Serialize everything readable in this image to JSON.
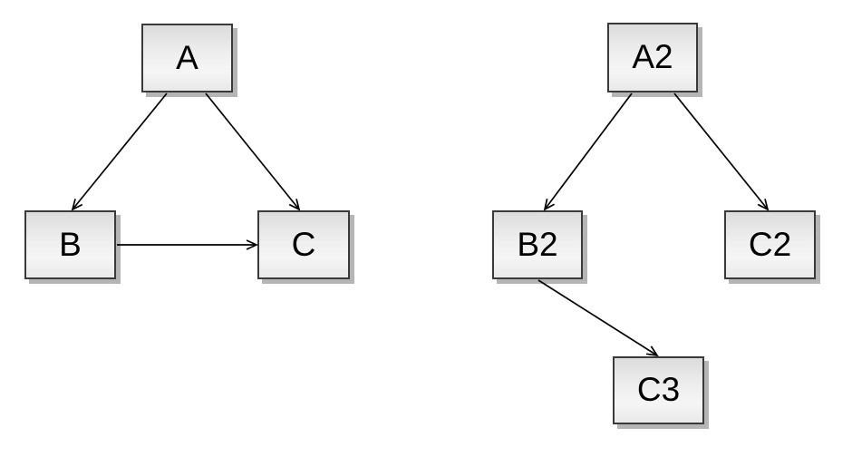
{
  "diagram_left": {
    "nodes": [
      {
        "id": "A",
        "label": "A"
      },
      {
        "id": "B",
        "label": "B"
      },
      {
        "id": "C",
        "label": "C"
      }
    ],
    "edges": [
      {
        "from": "A",
        "to": "B"
      },
      {
        "from": "A",
        "to": "C"
      },
      {
        "from": "B",
        "to": "C"
      }
    ]
  },
  "diagram_right": {
    "nodes": [
      {
        "id": "A2",
        "label": "A2"
      },
      {
        "id": "B2",
        "label": "B2"
      },
      {
        "id": "C2",
        "label": "C2"
      },
      {
        "id": "C3",
        "label": "C3"
      }
    ],
    "edges": [
      {
        "from": "A2",
        "to": "B2"
      },
      {
        "from": "A2",
        "to": "C2"
      },
      {
        "from": "B2",
        "to": "C3"
      }
    ]
  },
  "colors": {
    "background": "#ffffff",
    "node_border": "#3a3a3a",
    "node_fill_top": "#dcdcdc",
    "node_fill_bottom": "#f5f5f5",
    "node_shadow": "#b5b5b5",
    "edge": "#000000",
    "label_text": "#000000"
  }
}
